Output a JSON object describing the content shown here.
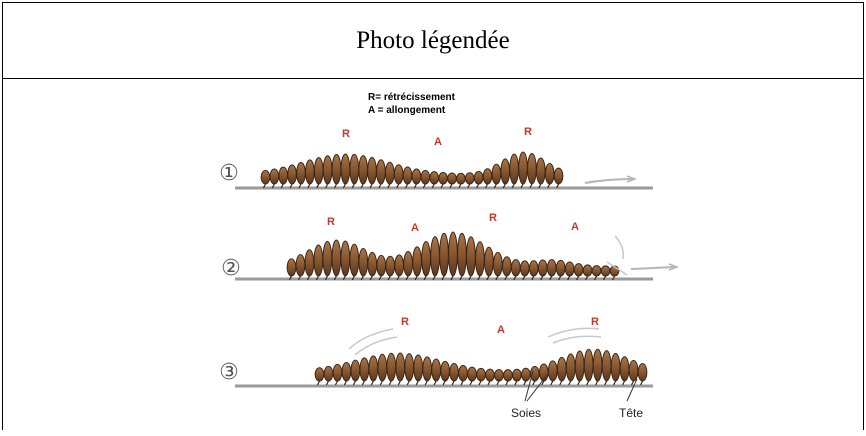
{
  "title": "Photo légendée",
  "legend": {
    "line1": "R= rétrécissement",
    "line2": "A = allongement"
  },
  "steps": [
    {
      "number": "①",
      "labels": [
        "R",
        "A",
        "R"
      ]
    },
    {
      "number": "②",
      "labels": [
        "R",
        "A",
        "R",
        "A"
      ]
    },
    {
      "number": "③",
      "labels": [
        "R",
        "A",
        "R"
      ]
    }
  ],
  "annotations": {
    "setae": "Soies",
    "head": "Tête"
  },
  "colors": {
    "worm": "#8a5a33",
    "worm_dark": "#4a2e17",
    "letters": "#c0392b",
    "ground": "#9a9a9a"
  }
}
